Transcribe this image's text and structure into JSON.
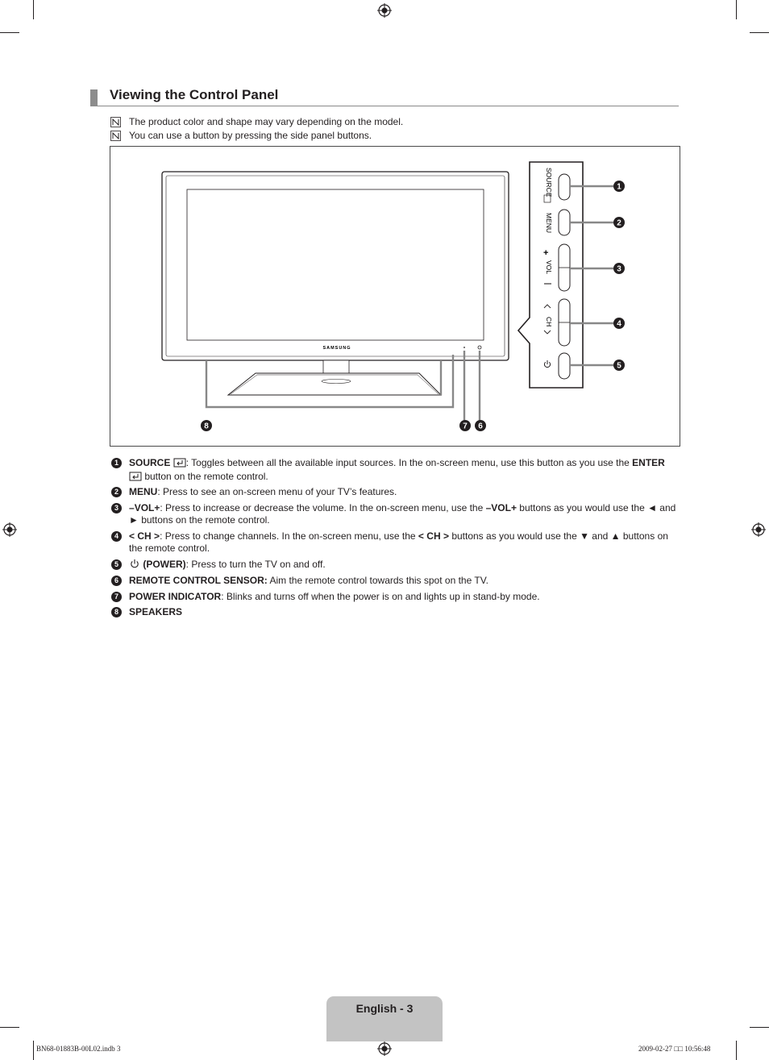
{
  "section": {
    "title": "Viewing the Control Panel"
  },
  "notes": [
    "The product color and shape may vary depending on the model.",
    "You can use a button by pressing the side panel buttons."
  ],
  "diagram": {
    "brand": "SAMSUNG",
    "side_panel_labels": {
      "source": "SOURCE",
      "menu": "MENU",
      "vol": "VOL",
      "ch": "CH"
    },
    "callouts": [
      "1",
      "2",
      "3",
      "4",
      "5",
      "6",
      "7",
      "8"
    ]
  },
  "items": [
    {
      "num": "1",
      "key": "SOURCE",
      "text_a": ": Toggles between all the available input sources. In the on-screen menu, use this button as you use the ",
      "key2": "ENTER",
      "text_b": " button on the remote control."
    },
    {
      "num": "2",
      "key": "MENU",
      "text_a": ": Press to see an on-screen menu of your TV’s features."
    },
    {
      "num": "3",
      "key": "VOL",
      "text_a": ": Press to increase or decrease the volume. In the on-screen menu, use the ",
      "key2": "VOL",
      "text_b": " buttons as you would use the ◄ and ► buttons on the remote control."
    },
    {
      "num": "4",
      "key": "CH",
      "text_a": ": Press to change channels. In the on-screen menu, use the ",
      "key2": "CH",
      "text_b": " buttons as you would use the ▼ and ▲ buttons on the remote control."
    },
    {
      "num": "5",
      "key": "(POWER)",
      "text_a": ": Press to turn the TV on and off."
    },
    {
      "num": "6",
      "key": "REMOTE CONTROL SENSOR:",
      "text_a": " Aim the remote control towards this spot on the TV."
    },
    {
      "num": "7",
      "key": "POWER INDICATOR",
      "text_a": ": Blinks and turns off when the power is on and lights up in stand-by mode."
    },
    {
      "num": "8",
      "key": "SPEAKERS"
    }
  ],
  "footer": {
    "page_label": "English - 3",
    "slug_left": "BN68-01883B-00L02.indb   3",
    "slug_right": "2009-02-27   □□ 10:56:48"
  },
  "icons": [
    "note-icon",
    "enter-icon",
    "power-icon",
    "registration-mark-icon"
  ]
}
